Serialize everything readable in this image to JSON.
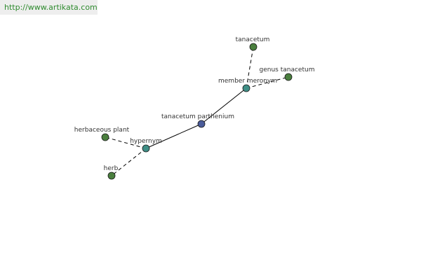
{
  "site": {
    "url": "http://www.artikata.com",
    "link_color": "#2e8b2e"
  },
  "graph": {
    "nodes": [
      {
        "id": "center",
        "label": "tanacetum parthenium",
        "role": "focus",
        "color": "#4b5c9a"
      },
      {
        "id": "member",
        "label": "member meronym",
        "role": "relation",
        "color": "#3f8f86"
      },
      {
        "id": "hyper",
        "label": "hypernym",
        "role": "relation",
        "color": "#3f8f86"
      },
      {
        "id": "tanacetum",
        "label": "tanacetum",
        "role": "term",
        "color": "#4a7f3e"
      },
      {
        "id": "genus",
        "label": "genus tanacetum",
        "role": "term",
        "color": "#4a7f3e"
      },
      {
        "id": "herbaceous",
        "label": "herbaceous plant",
        "role": "term",
        "color": "#4a7f3e"
      },
      {
        "id": "herb",
        "label": "herb",
        "role": "term",
        "color": "#4a7f3e"
      }
    ],
    "edges": [
      {
        "from": "center",
        "to": "member",
        "style": "solid"
      },
      {
        "from": "center",
        "to": "hyper",
        "style": "solid"
      },
      {
        "from": "member",
        "to": "tanacetum",
        "style": "dashed"
      },
      {
        "from": "member",
        "to": "genus",
        "style": "dashed"
      },
      {
        "from": "hyper",
        "to": "herbaceous",
        "style": "dashed"
      },
      {
        "from": "hyper",
        "to": "herb",
        "style": "dashed"
      }
    ]
  }
}
